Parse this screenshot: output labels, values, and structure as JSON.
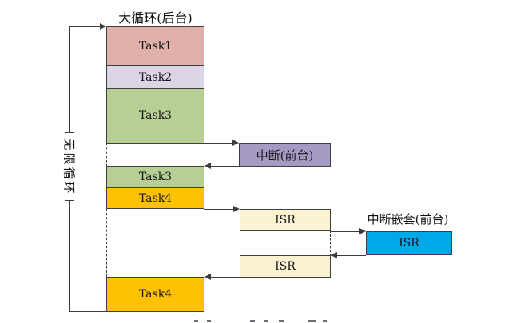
{
  "diagram": {
    "title": "大循环(后台)",
    "infinite_loop_label": "无限循环",
    "nested_interrupt_label": "中断嵌套(前台)",
    "blocks": {
      "task1": {
        "label": "Task1",
        "color": "#e0b0ab"
      },
      "task2": {
        "label": "Task2",
        "color": "#dbd5e6"
      },
      "task3a": {
        "label": "Task3",
        "color": "#b7ce94"
      },
      "task3b": {
        "label": "Task3",
        "color": "#b7ce94"
      },
      "task4a": {
        "label": "Task4",
        "color": "#ffc103"
      },
      "task4b": {
        "label": "Task4",
        "color": "#ffc103"
      },
      "interrupt": {
        "label": "中断(前台)",
        "color": "#a49ac4"
      },
      "isr1": {
        "label": "ISR",
        "color": "#fbf2d1"
      },
      "isr2": {
        "label": "ISR",
        "color": "#fbf2d1"
      },
      "isr_nested": {
        "label": "ISR",
        "color": "#00a7e9"
      }
    },
    "line_color": "#3c3c3c"
  }
}
